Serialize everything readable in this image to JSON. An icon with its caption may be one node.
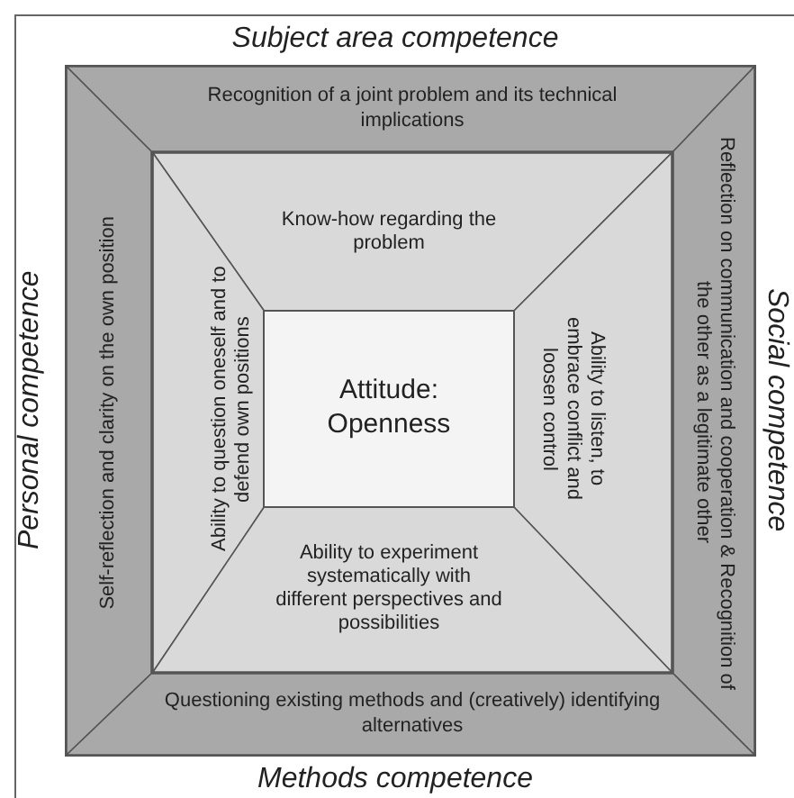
{
  "diagram": {
    "nodes": [
      {
        "text": [],
        "shape": "box"
      },
      {
        "text": [
          "Recognition of a joint problem and its technical implications"
        ],
        "in": 0
      },
      {
        "text": [
          "Self-reflection and clarity on the own position"
        ],
        "in": 0
      },
      {
        "text": [
          "Reflection on communication and cooperation & Recognition of the other as a legitimate other"
        ],
        "in": 0
      },
      {
        "text": [
          "Questioning existing methods and (creatively) identifying alternatives"
        ],
        "in": 0
      },
      {
        "text": [],
        "shape": "box",
        "in": 0
      },
      {
        "text": [
          "Know-how regarding the problem"
        ],
        "in": 5
      },
      {
        "text": [
          "Ability to question oneself and to defend own positions"
        ],
        "in": 5
      },
      {
        "text": [
          "Ability to listen, to embrace conflict and loosen control"
        ],
        "in": 5
      },
      {
        "text": [
          "Ability to experiment systematically with different perspectives and possibilities"
        ],
        "in": 5
      },
      {
        "text": [
          "Attitude: Openness"
        ],
        "in": 5
      }
    ],
    "labels": [
      "Subject area competence",
      "Personal competence",
      "Social competence",
      "Methods competence"
    ]
  }
}
